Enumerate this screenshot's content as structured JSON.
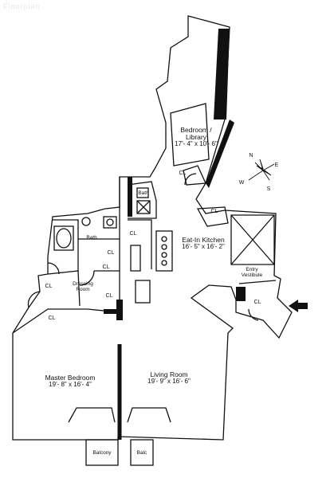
{
  "watermark": "Floorplan",
  "rooms": {
    "bedroom_library": {
      "name": "Bedroom /",
      "name2": "Library",
      "dim": "17'- 4\" x 10'- 6\""
    },
    "eat_in_kitchen": {
      "name": "Eat-In Kitchen",
      "dim": "16'- 5\" x 16'- 2\""
    },
    "master_bedroom": {
      "name": "Master Bedroom",
      "dim": "19'- 8\" x 16'- 4\""
    },
    "living_room": {
      "name": "Living Room",
      "dim": "19'- 9\" x 16'- 6\""
    },
    "dressing_room": {
      "name": "Dressing",
      "name2": "Room"
    },
    "bath_main": {
      "name": "Bath"
    },
    "bath_upper": {
      "name": "Bath"
    },
    "entry_vestibule": {
      "name": "Entry",
      "name2": "Vestibule"
    },
    "balcony_left": {
      "name": "Balcony"
    },
    "balcony_right": {
      "name": "Balc"
    }
  },
  "closet_label": "CL",
  "compass": {
    "n": "N",
    "s": "S",
    "e": "E",
    "w": "W"
  }
}
